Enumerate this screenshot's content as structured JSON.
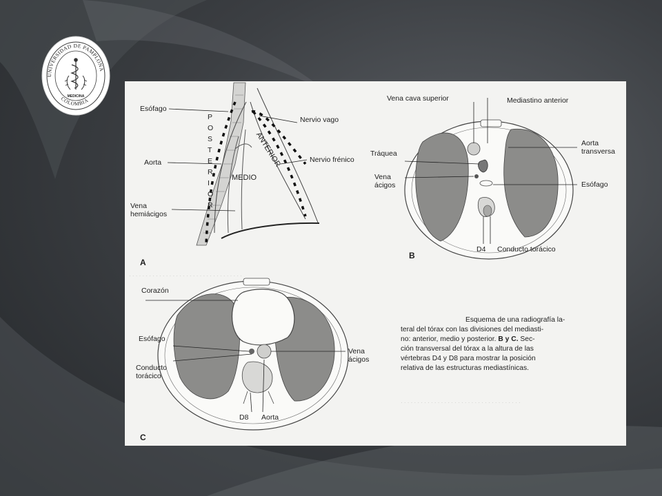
{
  "slide": {
    "background": "#3c3f43",
    "accent": "#e9ebed"
  },
  "logo": {
    "ring_text_top": "UNIVERSIDAD DE PAMPLONA",
    "ring_text_bottom": "COLOMBIA",
    "inner_text": "MEDICINA",
    "icon": "caduceus-icon"
  },
  "figure": {
    "panel_a": {
      "letter": "A",
      "labels": {
        "esofago": "Esófago",
        "aorta": "Aorta",
        "vena_hemiacigos": "Vena\nhemiácigos",
        "nervio_vago": "Nervio vago",
        "nervio_frenico": "Nervio frénico",
        "posterior": "POSTERIOR",
        "anterior": "ANTERIOR",
        "medio": "MEDIO"
      }
    },
    "panel_b": {
      "letter": "B",
      "labels": {
        "vena_cava_superior": "Vena cava superior",
        "mediastino_anterior": "Mediastino anterior",
        "aorta_transversa": "Aorta\ntransversa",
        "traquea": "Tráquea",
        "vena_acigos": "Vena\nácigos",
        "esofago": "Esófago",
        "d4": "D4",
        "conducto_toracico": "Conducto torácico"
      }
    },
    "panel_c": {
      "letter": "C",
      "labels": {
        "corazon": "Corazón",
        "esofago": "Esófago",
        "conducto_toracico": "Conducto\ntorácico",
        "vena_acigos": "Vena\nácigos",
        "d8": "D8",
        "aorta": "Aorta"
      }
    },
    "caption": {
      "line1": "Esquema de una radiografía la-",
      "line2": "teral del tórax con las divisiones del mediasti-",
      "line3_pre": "no: anterior, medio y posterior. ",
      "line3_bold": "B y C.",
      "line3_post": " Sec-",
      "line4": "ción transversal del tórax a la altura de las",
      "line5": "vértebras D4 y D8 para mostrar la posición",
      "line6": "relativa de las estructuras mediastínicas."
    }
  }
}
